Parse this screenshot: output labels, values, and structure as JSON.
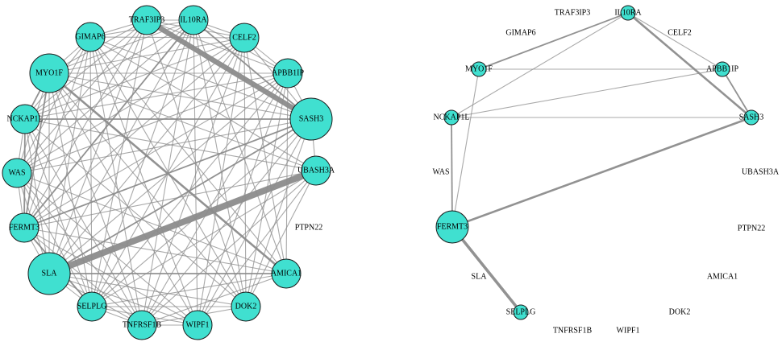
{
  "colors": {
    "node_fill": "#40e0d0",
    "node_stroke": "#1a1a1a",
    "edge": "#8c8c8c",
    "background": "#ffffff"
  },
  "genes": [
    "TRAF3IP3",
    "IL10RA",
    "CELF2",
    "APBB1IP",
    "SASH3",
    "UBASH3A",
    "PTPN22",
    "AMICA1",
    "DOK2",
    "WIPF1",
    "TNFRSF1B",
    "SELPLG",
    "SLA",
    "FERMT3",
    "WAS",
    "NCKAP1L",
    "MYO1F",
    "GIMAP6"
  ],
  "networks": [
    {
      "id": "left",
      "nodes": [
        {
          "label": "TRAF3IP3",
          "size": 2
        },
        {
          "label": "IL10RA",
          "size": 2
        },
        {
          "label": "CELF2",
          "size": 2
        },
        {
          "label": "APBB1IP",
          "size": 2
        },
        {
          "label": "SASH3",
          "size": 4
        },
        {
          "label": "UBASH3A",
          "size": 2
        },
        {
          "label": "PTPN22",
          "size": 0
        },
        {
          "label": "AMICA1",
          "size": 2
        },
        {
          "label": "DOK2",
          "size": 2
        },
        {
          "label": "WIPF1",
          "size": 2
        },
        {
          "label": "TNFRSF1B",
          "size": 2
        },
        {
          "label": "SELPLG",
          "size": 2
        },
        {
          "label": "SLA",
          "size": 4
        },
        {
          "label": "FERMT3",
          "size": 2
        },
        {
          "label": "WAS",
          "size": 2
        },
        {
          "label": "NCKAP1L",
          "size": 2
        },
        {
          "label": "MYO1F",
          "size": 3
        },
        {
          "label": "GIMAP6",
          "size": 2
        }
      ],
      "edges": [
        [
          "TRAF3IP3",
          "SASH3",
          6
        ],
        [
          "SLA",
          "UBASH3A",
          7
        ],
        [
          "MYO1F",
          "AMICA1",
          3
        ],
        [
          "TRAF3IP3",
          "IL10RA",
          1
        ],
        [
          "TRAF3IP3",
          "CELF2",
          1
        ],
        [
          "TRAF3IP3",
          "GIMAP6",
          1
        ],
        [
          "TRAF3IP3",
          "MYO1F",
          1
        ],
        [
          "TRAF3IP3",
          "SLA",
          1
        ],
        [
          "TRAF3IP3",
          "SELPLG",
          1
        ],
        [
          "TRAF3IP3",
          "FERMT3",
          1
        ],
        [
          "TRAF3IP3",
          "WAS",
          1
        ],
        [
          "TRAF3IP3",
          "DOK2",
          1
        ],
        [
          "TRAF3IP3",
          "NCKAP1L",
          1
        ],
        [
          "TRAF3IP3",
          "APBB1IP",
          1
        ],
        [
          "IL10RA",
          "CELF2",
          1
        ],
        [
          "IL10RA",
          "SASH3",
          2
        ],
        [
          "IL10RA",
          "APBB1IP",
          1
        ],
        [
          "IL10RA",
          "MYO1F",
          1
        ],
        [
          "IL10RA",
          "NCKAP1L",
          1
        ],
        [
          "IL10RA",
          "SLA",
          1
        ],
        [
          "IL10RA",
          "WAS",
          1
        ],
        [
          "IL10RA",
          "FERMT3",
          2
        ],
        [
          "IL10RA",
          "SELPLG",
          1
        ],
        [
          "IL10RA",
          "TNFRSF1B",
          1
        ],
        [
          "IL10RA",
          "WIPF1",
          1
        ],
        [
          "IL10RA",
          "GIMAP6",
          1
        ],
        [
          "CELF2",
          "APBB1IP",
          1
        ],
        [
          "CELF2",
          "SASH3",
          1
        ],
        [
          "CELF2",
          "MYO1F",
          1
        ],
        [
          "CELF2",
          "NCKAP1L",
          1
        ],
        [
          "CELF2",
          "WAS",
          1
        ],
        [
          "CELF2",
          "SLA",
          1
        ],
        [
          "CELF2",
          "SELPLG",
          1
        ],
        [
          "CELF2",
          "TNFRSF1B",
          1
        ],
        [
          "CELF2",
          "DOK2",
          1
        ],
        [
          "CELF2",
          "FERMT3",
          1
        ],
        [
          "CELF2",
          "GIMAP6",
          1
        ],
        [
          "APBB1IP",
          "SASH3",
          1
        ],
        [
          "APBB1IP",
          "MYO1F",
          1
        ],
        [
          "APBB1IP",
          "NCKAP1L",
          1
        ],
        [
          "APBB1IP",
          "WAS",
          1
        ],
        [
          "APBB1IP",
          "SLA",
          1
        ],
        [
          "APBB1IP",
          "SELPLG",
          1
        ],
        [
          "APBB1IP",
          "TNFRSF1B",
          1
        ],
        [
          "APBB1IP",
          "WIPF1",
          1
        ],
        [
          "APBB1IP",
          "FERMT3",
          1
        ],
        [
          "APBB1IP",
          "AMICA1",
          1
        ],
        [
          "APBB1IP",
          "DOK2",
          1
        ],
        [
          "SASH3",
          "NCKAP1L",
          2
        ],
        [
          "SASH3",
          "MYO1F",
          1
        ],
        [
          "SASH3",
          "WAS",
          1
        ],
        [
          "SASH3",
          "SLA",
          2
        ],
        [
          "SASH3",
          "SELPLG",
          1
        ],
        [
          "SASH3",
          "TNFRSF1B",
          1
        ],
        [
          "SASH3",
          "WIPF1",
          1
        ],
        [
          "SASH3",
          "FERMT3",
          2
        ],
        [
          "SASH3",
          "UBASH3A",
          1
        ],
        [
          "SASH3",
          "DOK2",
          1
        ],
        [
          "SASH3",
          "GIMAP6",
          1
        ],
        [
          "UBASH3A",
          "MYO1F",
          1
        ],
        [
          "UBASH3A",
          "NCKAP1L",
          1
        ],
        [
          "UBASH3A",
          "SELPLG",
          1
        ],
        [
          "UBASH3A",
          "TNFRSF1B",
          1
        ],
        [
          "UBASH3A",
          "WIPF1",
          1
        ],
        [
          "UBASH3A",
          "DOK2",
          1
        ],
        [
          "UBASH3A",
          "FERMT3",
          1
        ],
        [
          "UBASH3A",
          "GIMAP6",
          1
        ],
        [
          "AMICA1",
          "SLA",
          2
        ],
        [
          "AMICA1",
          "SELPLG",
          1
        ],
        [
          "AMICA1",
          "TNFRSF1B",
          1
        ],
        [
          "AMICA1",
          "WAS",
          1
        ],
        [
          "AMICA1",
          "FERMT3",
          1
        ],
        [
          "AMICA1",
          "GIMAP6",
          1
        ],
        [
          "AMICA1",
          "CELF2",
          1
        ],
        [
          "AMICA1",
          "IL10RA",
          1
        ],
        [
          "DOK2",
          "SLA",
          1
        ],
        [
          "DOK2",
          "SELPLG",
          1
        ],
        [
          "DOK2",
          "TNFRSF1B",
          1
        ],
        [
          "DOK2",
          "MYO1F",
          1
        ],
        [
          "DOK2",
          "GIMAP6",
          1
        ],
        [
          "DOK2",
          "NCKAP1L",
          1
        ],
        [
          "DOK2",
          "IL10RA",
          1
        ],
        [
          "WIPF1",
          "SLA",
          1
        ],
        [
          "WIPF1",
          "SELPLG",
          1
        ],
        [
          "WIPF1",
          "TNFRSF1B",
          1
        ],
        [
          "WIPF1",
          "MYO1F",
          1
        ],
        [
          "WIPF1",
          "WAS",
          1
        ],
        [
          "WIPF1",
          "FERMT3",
          1
        ],
        [
          "WIPF1",
          "CELF2",
          1
        ],
        [
          "WIPF1",
          "GIMAP6",
          1
        ],
        [
          "TNFRSF1B",
          "SLA",
          1
        ],
        [
          "TNFRSF1B",
          "SELPLG",
          1
        ],
        [
          "TNFRSF1B",
          "MYO1F",
          1
        ],
        [
          "TNFRSF1B",
          "NCKAP1L",
          1
        ],
        [
          "TNFRSF1B",
          "WAS",
          1
        ],
        [
          "TNFRSF1B",
          "GIMAP6",
          1
        ],
        [
          "TNFRSF1B",
          "FERMT3",
          1
        ],
        [
          "SELPLG",
          "MYO1F",
          1
        ],
        [
          "SELPLG",
          "FERMT3",
          2
        ],
        [
          "SELPLG",
          "WAS",
          1
        ],
        [
          "SELPLG",
          "NCKAP1L",
          1
        ],
        [
          "SELPLG",
          "GIMAP6",
          1
        ],
        [
          "SELPLG",
          "SLA",
          1
        ],
        [
          "SLA",
          "MYO1F",
          1
        ],
        [
          "SLA",
          "FERMT3",
          1
        ],
        [
          "SLA",
          "WAS",
          1
        ],
        [
          "SLA",
          "NCKAP1L",
          1
        ],
        [
          "SLA",
          "GIMAP6",
          1
        ],
        [
          "FERMT3",
          "MYO1F",
          2
        ],
        [
          "FERMT3",
          "NCKAP1L",
          2
        ],
        [
          "FERMT3",
          "WAS",
          1
        ],
        [
          "FERMT3",
          "GIMAP6",
          1
        ],
        [
          "WAS",
          "MYO1F",
          1
        ],
        [
          "WAS",
          "NCKAP1L",
          1
        ],
        [
          "WAS",
          "GIMAP6",
          1
        ],
        [
          "NCKAP1L",
          "MYO1F",
          2
        ],
        [
          "NCKAP1L",
          "GIMAP6",
          1
        ],
        [
          "MYO1F",
          "GIMAP6",
          1
        ]
      ]
    },
    {
      "id": "right",
      "nodes": [
        {
          "label": "TRAF3IP3",
          "size": 0
        },
        {
          "label": "IL10RA",
          "size": 1
        },
        {
          "label": "CELF2",
          "size": 0
        },
        {
          "label": "APBB1IP",
          "size": 1
        },
        {
          "label": "SASH3",
          "size": 1
        },
        {
          "label": "UBASH3A",
          "size": 0
        },
        {
          "label": "PTPN22",
          "size": 0
        },
        {
          "label": "AMICA1",
          "size": 0
        },
        {
          "label": "DOK2",
          "size": 0
        },
        {
          "label": "WIPF1",
          "size": 0
        },
        {
          "label": "TNFRSF1B",
          "size": 0
        },
        {
          "label": "SELPLG",
          "size": 1
        },
        {
          "label": "SLA",
          "size": 0
        },
        {
          "label": "FERMT3",
          "size": 3
        },
        {
          "label": "WAS",
          "size": 0
        },
        {
          "label": "NCKAP1L",
          "size": 1
        },
        {
          "label": "MYO1F",
          "size": 1
        },
        {
          "label": "GIMAP6",
          "size": 0
        }
      ],
      "edges": [
        [
          "IL10RA",
          "MYO1F",
          2
        ],
        [
          "IL10RA",
          "NCKAP1L",
          1
        ],
        [
          "IL10RA",
          "APBB1IP",
          1
        ],
        [
          "IL10RA",
          "SASH3",
          3
        ],
        [
          "MYO1F",
          "APBB1IP",
          1
        ],
        [
          "MYO1F",
          "FERMT3",
          1
        ],
        [
          "NCKAP1L",
          "SASH3",
          1
        ],
        [
          "NCKAP1L",
          "FERMT3",
          2
        ],
        [
          "NCKAP1L",
          "APBB1IP",
          1
        ],
        [
          "APBB1IP",
          "SASH3",
          2
        ],
        [
          "FERMT3",
          "SASH3",
          3
        ],
        [
          "FERMT3",
          "SELPLG",
          4
        ]
      ]
    }
  ]
}
